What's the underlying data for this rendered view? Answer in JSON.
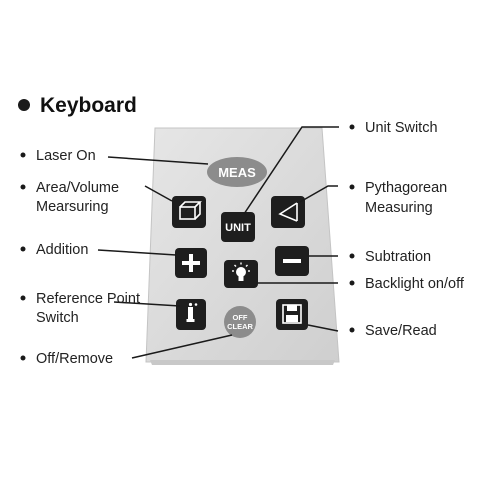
{
  "title": "Keyboard",
  "keys": {
    "meas": "MEAS",
    "unit": "UNIT",
    "off_line1": "OFF",
    "off_line2": "CLEAR"
  },
  "callouts": {
    "laser_on": "Laser On",
    "area_volume_1": "Area/Volume",
    "area_volume_2": "Mearsuring",
    "addition": "Addition",
    "reference_1": "Reference Point",
    "reference_2": "Switch",
    "off_remove": "Off/Remove",
    "unit_switch": "Unit Switch",
    "pythagorean_1": "Pythagorean",
    "pythagorean_2": "Measuring",
    "subtration": "Subtration",
    "backlight": "Backlight on/off",
    "save_read": "Save/Read"
  },
  "colors": {
    "keypad_fill": "#dcdcdc",
    "key_dark": "#1e1e1e",
    "key_grey": "#8c8c8c",
    "line": "#1a1a1a"
  },
  "icons": [
    "area-volume-icon",
    "triangle-icon",
    "plus-icon",
    "minus-icon",
    "lightbulb-icon",
    "reference-point-icon",
    "save-icon"
  ]
}
